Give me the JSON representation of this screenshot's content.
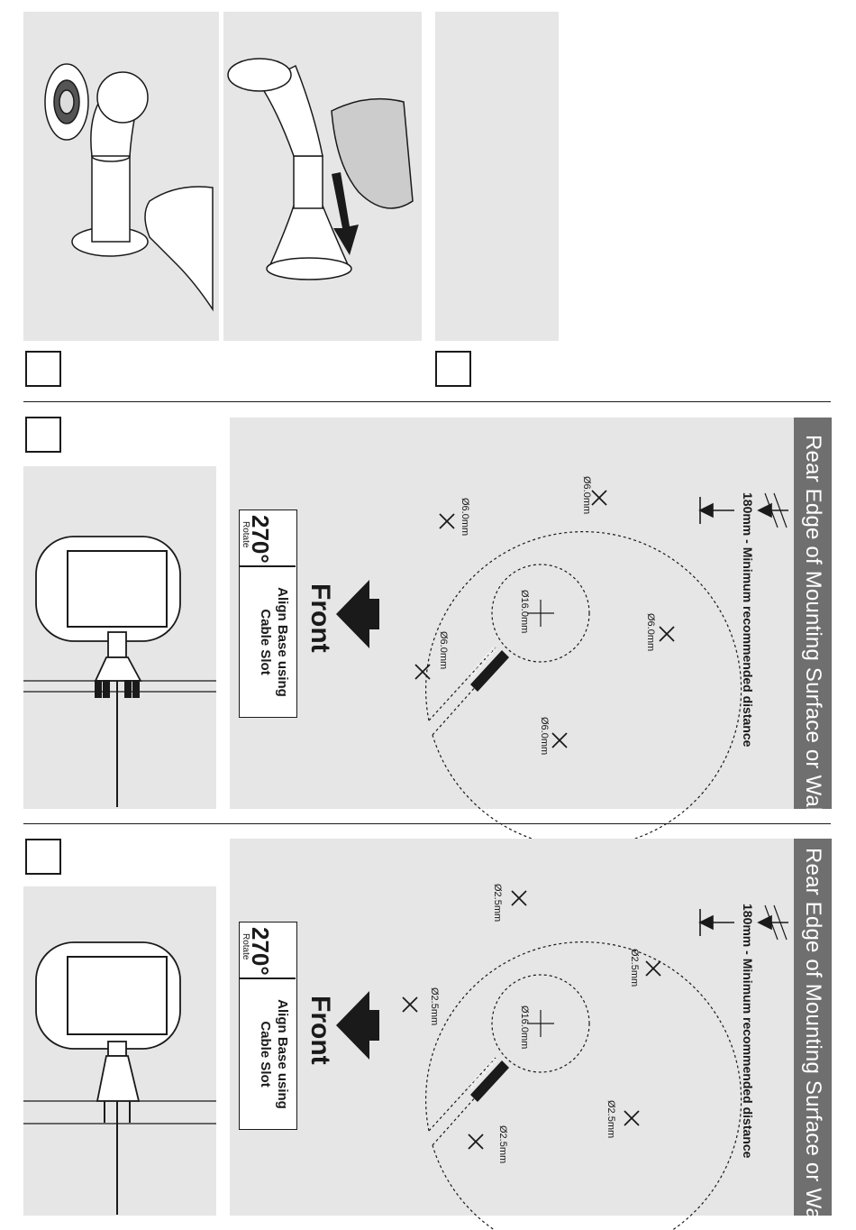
{
  "step_a": {
    "holes": [
      "Ø6.0mm",
      "Ø6.0mm",
      "Ø6.0mm",
      "Ø6.0mm",
      "Ø6.0mm"
    ],
    "center_hole": "Ø16.0mm",
    "cable_slot": "CABLE SLOT"
  },
  "step_b": {
    "holes": [
      "Ø2.5mm",
      "Ø2.5mm",
      "Ø2.5mm",
      "Ø2.5mm",
      "Ø2.5mm"
    ],
    "center_hole": "Ø16.0mm",
    "cable_slot": "CABLE SLOT"
  },
  "common": {
    "rear_edge": "Rear Edge of Mounting Surface or Wall",
    "min_distance": "180mm - Minimum recommended distance",
    "front": "Front",
    "rotate_deg": "270°",
    "rotate_word": "Rotate",
    "align_text": "Align Base using Cable Slot"
  },
  "colors": {
    "panel_bg": "#e6e6e6",
    "rear_bar": "#6f6f6f",
    "ink": "#1a1a1a"
  }
}
